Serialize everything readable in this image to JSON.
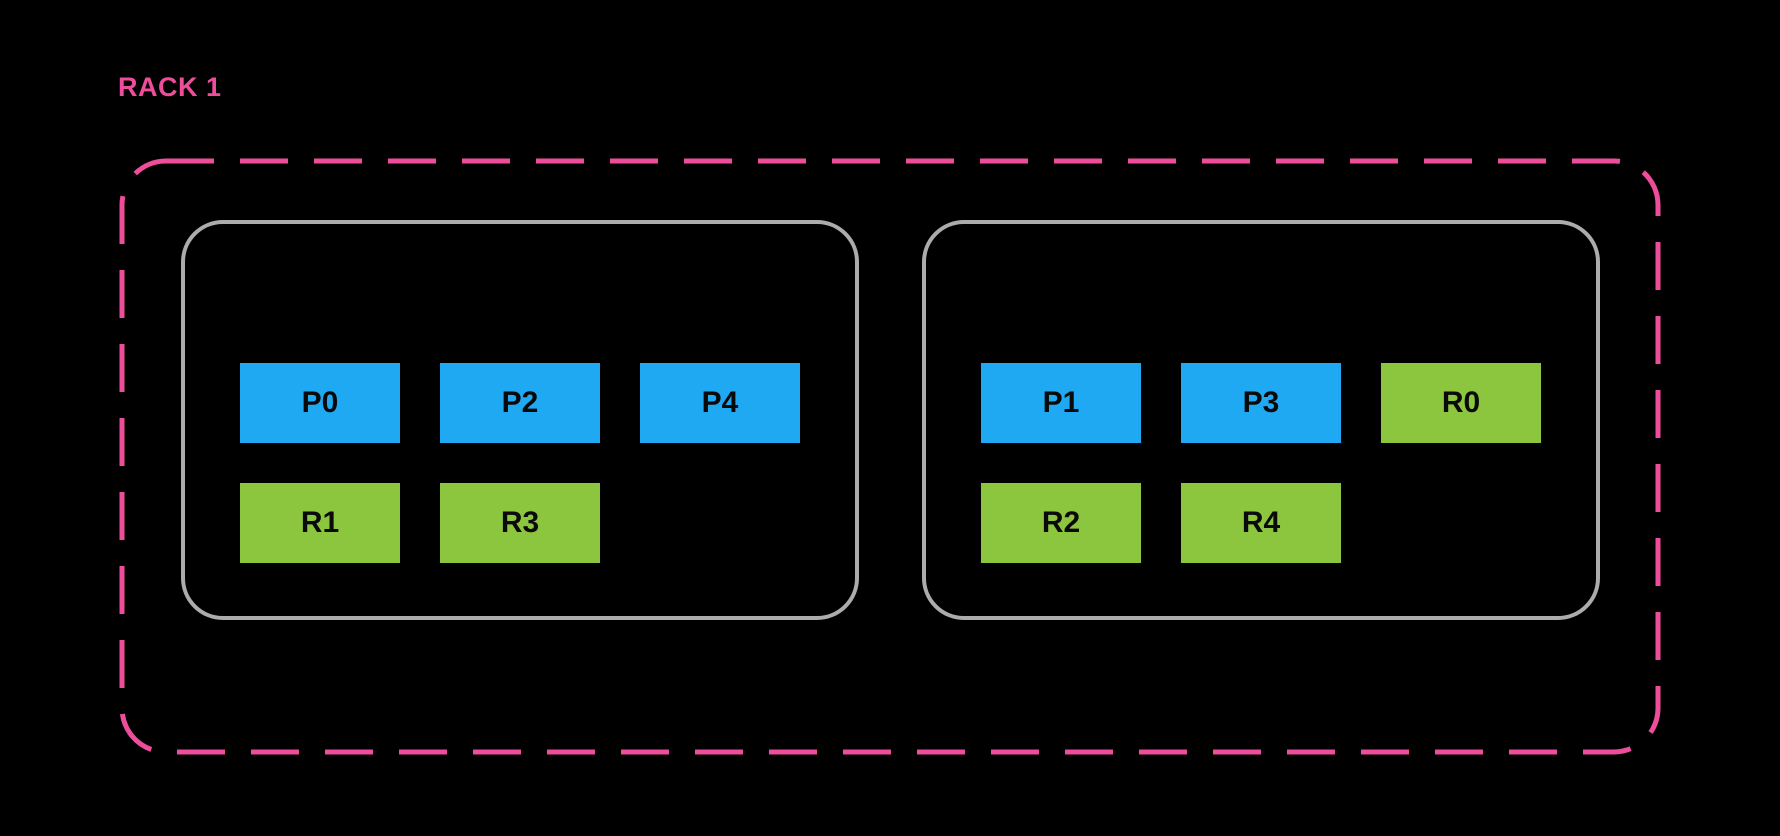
{
  "colors": {
    "rack_pink": "#EE4D9B",
    "node_gray": "#ACACAC",
    "slot_blue": "#1FA9F2",
    "slot_green": "#8CC63E",
    "slot_text": "#0A0A0A",
    "bg": "#000000"
  },
  "rack": {
    "label": "RACK 1",
    "nodes": [
      {
        "rows": [
          {
            "slots": [
              {
                "label": "P0",
                "kind": "P"
              },
              {
                "label": "P2",
                "kind": "P"
              },
              {
                "label": "P4",
                "kind": "P"
              }
            ]
          },
          {
            "slots": [
              {
                "label": "R1",
                "kind": "R"
              },
              {
                "label": "R3",
                "kind": "R"
              }
            ]
          }
        ]
      },
      {
        "rows": [
          {
            "slots": [
              {
                "label": "P1",
                "kind": "P"
              },
              {
                "label": "P3",
                "kind": "P"
              },
              {
                "label": "R0",
                "kind": "R"
              }
            ]
          },
          {
            "slots": [
              {
                "label": "R2",
                "kind": "R"
              },
              {
                "label": "R4",
                "kind": "R"
              }
            ]
          }
        ]
      }
    ]
  }
}
